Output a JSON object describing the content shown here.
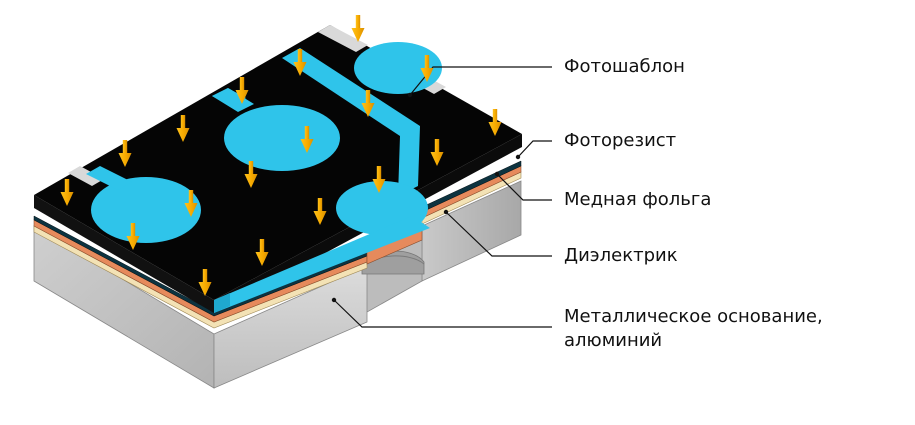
{
  "labels": {
    "photomask": "Фотошаблон",
    "photoresist": "Фоторезист",
    "copper_foil": "Медная фольга",
    "dielectric": "Диэлектрик",
    "metal_base_line1": "Металлическое основание,",
    "metal_base_line2": "алюминий"
  },
  "colors": {
    "mask": "#050505",
    "trace": "#2fc4ea",
    "copper": "#e68a5c",
    "dielectric": "#f3e2b5",
    "metal_top": "#e6e6e6",
    "metal_front": "#cfcfcf",
    "metal_side": "#b5b5b5",
    "arrow": "#f2b200",
    "leader": "#111111"
  },
  "icons": {
    "exposure_arrow": "down-arrow-icon"
  }
}
